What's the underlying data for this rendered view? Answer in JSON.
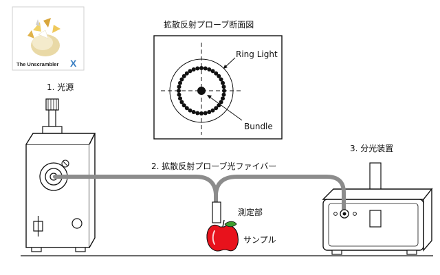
{
  "logo": {
    "product_name": "The Unscrambler",
    "mark": "X",
    "mark_color": "#3a7fc2"
  },
  "labels": {
    "light_source": "1. 光源",
    "fiber": "2. 拡散反射プローブ光ファイバー",
    "spectrometer": "3. 分光装置",
    "probe_head": "測定部",
    "sample": "サンプル"
  },
  "inset": {
    "title": "拡散反射プローブ断面図",
    "ring_light_label": "Ring Light",
    "bundle_label": "Bundle",
    "ring_dot_count": 36
  },
  "colors": {
    "fiber_cable": "#8c8c8c",
    "outline": "#111111",
    "apple_red": "#e8121c",
    "apple_leaf": "#3e9c2e"
  }
}
